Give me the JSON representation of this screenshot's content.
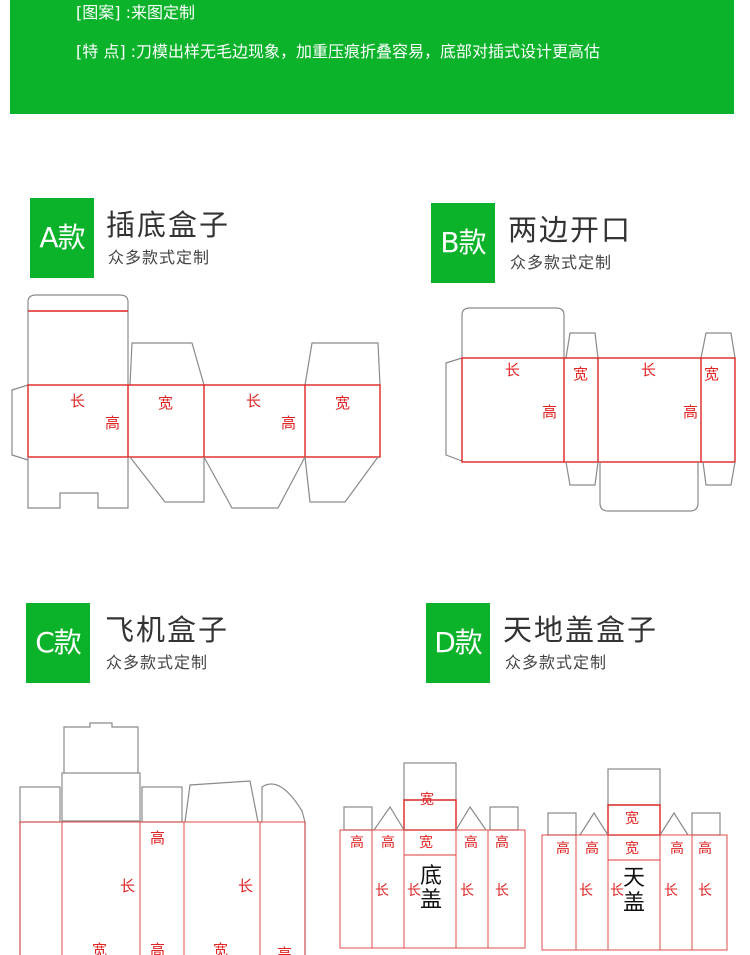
{
  "banner": {
    "pattern_line": "[图案] :来图定制",
    "feature_line": "[特  点] :刀模出样无毛边现象，加重压痕折叠容易，底部对插式设计更高估"
  },
  "sections": {
    "a": {
      "badge": "A款",
      "title": "插底盒子",
      "subtitle": "众多款式定制"
    },
    "b": {
      "badge": "B款",
      "title": "两边开口",
      "subtitle": "众多款式定制"
    },
    "c": {
      "badge": "C款",
      "title": "飞机盒子",
      "subtitle": "众多款式定制"
    },
    "d": {
      "badge": "D款",
      "title": "天地盖盒子",
      "subtitle": "众多款式定制"
    }
  },
  "dims": {
    "length": "长",
    "width": "宽",
    "height": "高"
  },
  "lid": {
    "bottom_1": "底",
    "bottom_2": "盖",
    "top_1": "天",
    "top_2": "盖"
  },
  "colors": {
    "brand_green": "#0ab32a",
    "fold_red": "#e02424",
    "cut_gray": "#8a8a8a"
  }
}
